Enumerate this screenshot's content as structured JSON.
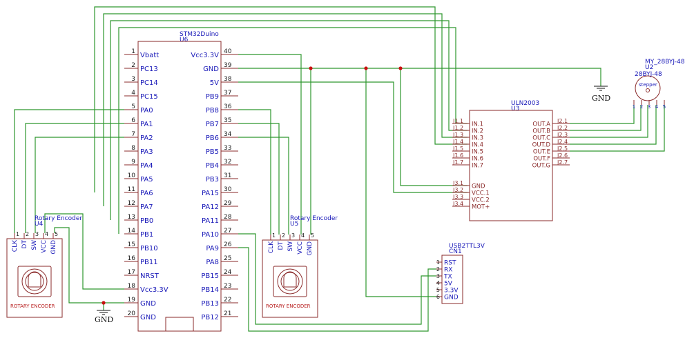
{
  "colors": {
    "wire": "#2d962d",
    "body": "#8a2a2a",
    "pin_name": "#1818b8",
    "junction": "#c81010",
    "ground": "#101010"
  },
  "components": {
    "mcu": {
      "ref": "U6",
      "name": "STM32Duino",
      "left_pins": [
        {
          "num": "1",
          "name": "Vbatt"
        },
        {
          "num": "2",
          "name": "PC13"
        },
        {
          "num": "3",
          "name": "PC14"
        },
        {
          "num": "4",
          "name": "PC15"
        },
        {
          "num": "5",
          "name": "PA0"
        },
        {
          "num": "6",
          "name": "PA1"
        },
        {
          "num": "7",
          "name": "PA2"
        },
        {
          "num": "8",
          "name": "PA3"
        },
        {
          "num": "9",
          "name": "PA4"
        },
        {
          "num": "10",
          "name": "PA5"
        },
        {
          "num": "11",
          "name": "PA6"
        },
        {
          "num": "12",
          "name": "PA7"
        },
        {
          "num": "13",
          "name": "PB0"
        },
        {
          "num": "14",
          "name": "PB1"
        },
        {
          "num": "15",
          "name": "PB10"
        },
        {
          "num": "16",
          "name": "PB11"
        },
        {
          "num": "17",
          "name": "NRST"
        },
        {
          "num": "18",
          "name": "Vcc3.3V"
        },
        {
          "num": "19",
          "name": "GND"
        },
        {
          "num": "20",
          "name": "GND"
        }
      ],
      "right_pins": [
        {
          "num": "40",
          "name": "Vcc3.3V"
        },
        {
          "num": "39",
          "name": "GND"
        },
        {
          "num": "38",
          "name": "5V"
        },
        {
          "num": "37",
          "name": "PB9"
        },
        {
          "num": "36",
          "name": "PB8"
        },
        {
          "num": "35",
          "name": "PB7"
        },
        {
          "num": "34",
          "name": "PB6"
        },
        {
          "num": "33",
          "name": "PB5"
        },
        {
          "num": "32",
          "name": "PB4"
        },
        {
          "num": "31",
          "name": "PB3"
        },
        {
          "num": "30",
          "name": "PA15"
        },
        {
          "num": "29",
          "name": "PA12"
        },
        {
          "num": "28",
          "name": "PA11"
        },
        {
          "num": "27",
          "name": "PA10"
        },
        {
          "num": "26",
          "name": "PA9"
        },
        {
          "num": "25",
          "name": "PA8"
        },
        {
          "num": "24",
          "name": "PB15"
        },
        {
          "num": "23",
          "name": "PB14"
        },
        {
          "num": "22",
          "name": "PB13"
        },
        {
          "num": "21",
          "name": "PB12"
        }
      ]
    },
    "uln": {
      "ref": "U3",
      "name": "ULN2003",
      "left_pins": [
        {
          "num": "J1.1",
          "name": "IN.1"
        },
        {
          "num": "J1.2",
          "name": "IN.2"
        },
        {
          "num": "J1.3",
          "name": "IN.3"
        },
        {
          "num": "J1.4",
          "name": "IN.4"
        },
        {
          "num": "J1.5",
          "name": "IN.5"
        },
        {
          "num": "J1.6",
          "name": "IN.6"
        },
        {
          "num": "J1.7",
          "name": "IN.7"
        },
        {
          "num": "J3.1",
          "name": "GND"
        },
        {
          "num": "J3.2",
          "name": "VCC.1"
        },
        {
          "num": "J3.3",
          "name": "VCC.2"
        },
        {
          "num": "J3.4",
          "name": "MOT+"
        }
      ],
      "right_pins": [
        {
          "num": "J2.1",
          "name": "OUT.A"
        },
        {
          "num": "J2.2",
          "name": "OUT.B"
        },
        {
          "num": "J2.3",
          "name": "OUT.C"
        },
        {
          "num": "J2.4",
          "name": "OUT.D"
        },
        {
          "num": "J2.5",
          "name": "OUT.E"
        },
        {
          "num": "J2.6",
          "name": "OUT.F"
        },
        {
          "num": "J2.7",
          "name": "OUT.G"
        }
      ]
    },
    "stepper": {
      "ref": "U2",
      "name": "MY_28BYJ-48",
      "subname": "28BYJ-48",
      "body_text": "stepper",
      "pins": [
        "1",
        "2",
        "3",
        "4",
        "5"
      ]
    },
    "usb": {
      "ref": "CN1",
      "name": "USB2TTL3V",
      "pins": [
        {
          "num": "1",
          "name": "RST"
        },
        {
          "num": "2",
          "name": "RX"
        },
        {
          "num": "3",
          "name": "TX"
        },
        {
          "num": "4",
          "name": "5V"
        },
        {
          "num": "5",
          "name": "3.3V"
        },
        {
          "num": "6",
          "name": "GND"
        }
      ]
    },
    "enc1": {
      "ref": "U4",
      "name": "Rotary Encoder",
      "body_text": "ROTARY ENCODER",
      "pins": [
        {
          "num": "1",
          "name": "CLK"
        },
        {
          "num": "2",
          "name": "DT"
        },
        {
          "num": "3",
          "name": "SW"
        },
        {
          "num": "4",
          "name": "VCC"
        },
        {
          "num": "5",
          "name": "GND"
        }
      ]
    },
    "enc2": {
      "ref": "U5",
      "name": "Rotary Encoder",
      "body_text": "ROTARY ENCODER",
      "pins": [
        {
          "num": "1",
          "name": "CLK"
        },
        {
          "num": "2",
          "name": "DT"
        },
        {
          "num": "3",
          "name": "SW"
        },
        {
          "num": "4",
          "name": "VCC"
        },
        {
          "num": "5",
          "name": "GND"
        }
      ]
    }
  },
  "power": {
    "gnd1": "GND",
    "gnd2": "GND"
  },
  "nets": [
    {
      "from": "U6.5",
      "to": "U4.1"
    },
    {
      "from": "U6.6",
      "to": "U4.2"
    },
    {
      "from": "U6.7",
      "to": "U4.3"
    },
    {
      "from": "U6.18",
      "to": "U4.4"
    },
    {
      "from": "U6.19",
      "to": "U4.5"
    },
    {
      "from": "U6.36",
      "to": "U5.1"
    },
    {
      "from": "U6.35",
      "to": "U5.2"
    },
    {
      "from": "U6.34",
      "to": "U5.3"
    },
    {
      "from": "U6.40",
      "to": "U5.4"
    },
    {
      "from": "U6.39",
      "to": "U5.5"
    },
    {
      "from": "U6.39",
      "to": "U3.J3.1"
    },
    {
      "from": "U6.39",
      "to": "GND"
    },
    {
      "from": "U6.38",
      "to": "U3.J3.2"
    },
    {
      "from": "U6.11",
      "to": "U3.J1.4"
    },
    {
      "from": "U6.12",
      "to": "U3.J1.3"
    },
    {
      "from": "U6.13",
      "to": "U3.J1.2"
    },
    {
      "from": "U6.14",
      "to": "U3.J1.1"
    },
    {
      "from": "U6.27",
      "to": "CN1.3"
    },
    {
      "from": "U6.26",
      "to": "CN1.2"
    },
    {
      "from": "U3.J2.1",
      "to": "U2.1"
    },
    {
      "from": "U3.J2.2",
      "to": "U2.2"
    },
    {
      "from": "U3.J2.3",
      "to": "U2.3"
    },
    {
      "from": "U3.J2.4",
      "to": "U2.4"
    },
    {
      "from": "U3.J2.5",
      "to": "U2.5"
    }
  ]
}
